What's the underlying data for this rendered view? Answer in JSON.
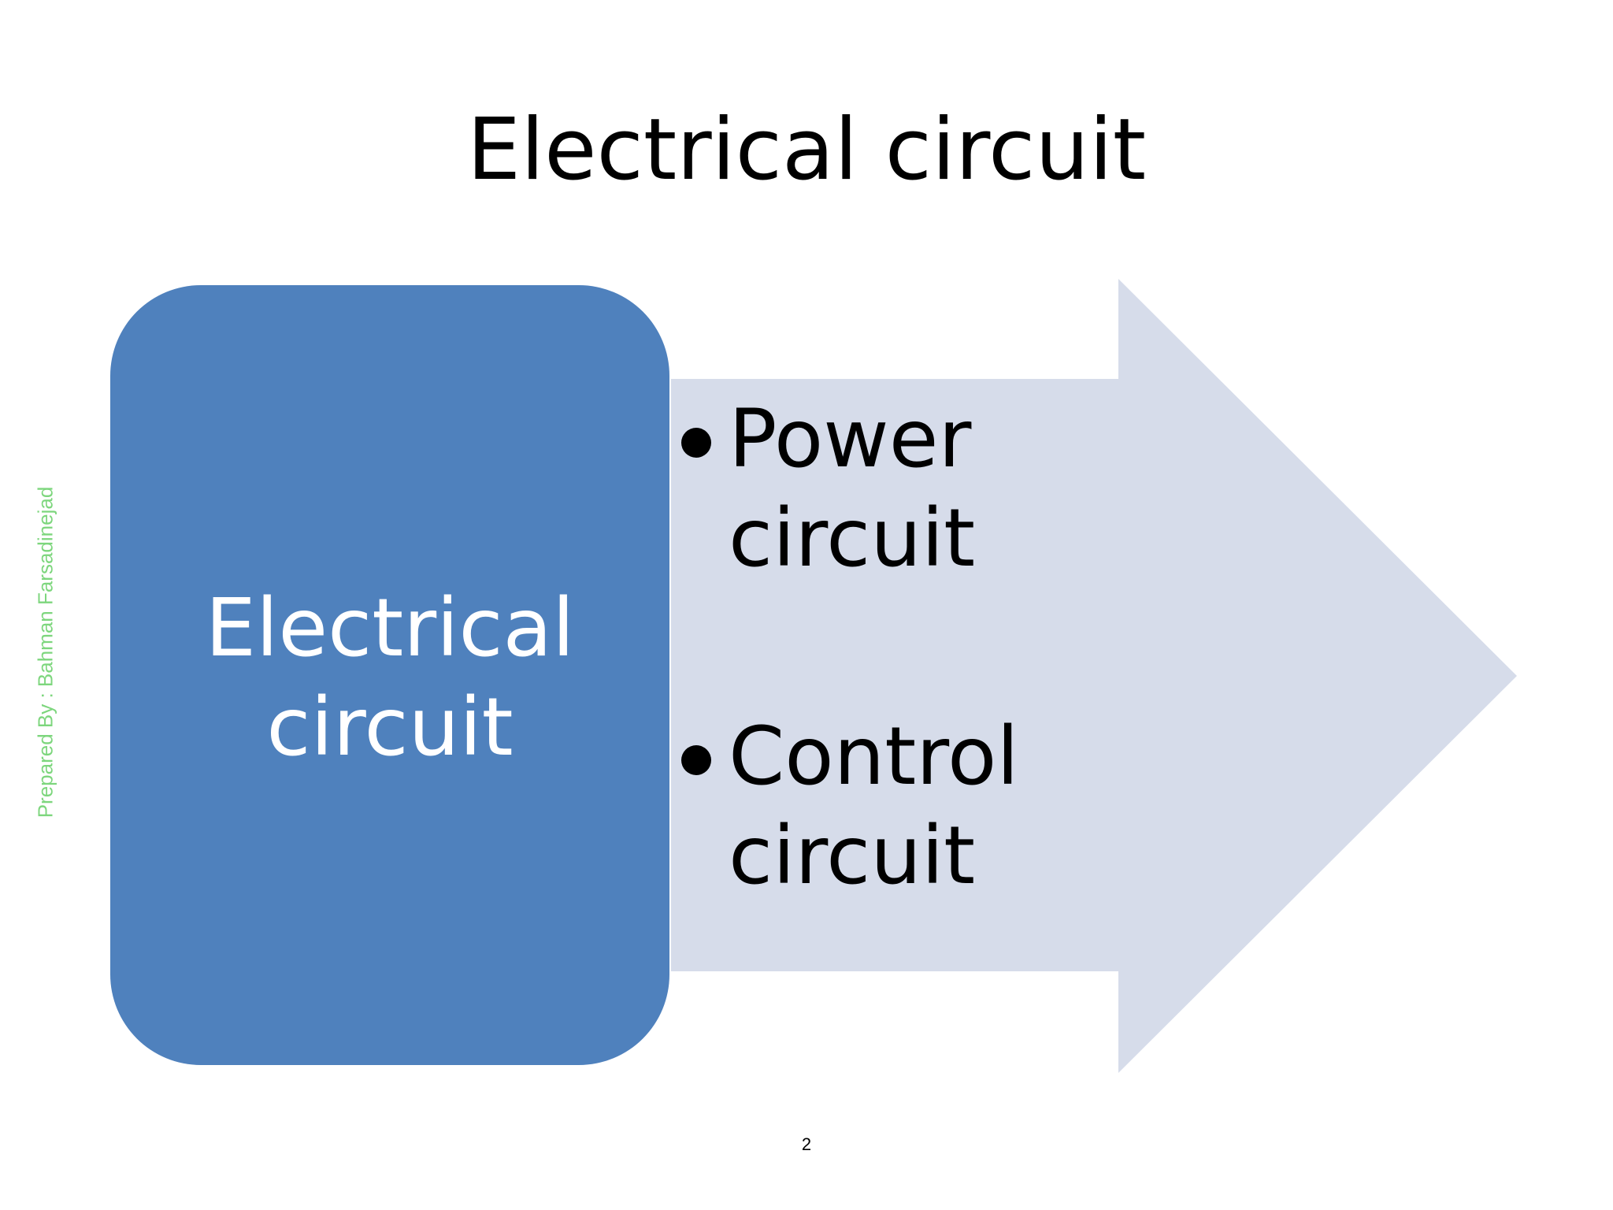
{
  "slide": {
    "title": "Electrical circuit",
    "page_number": "2",
    "watermark": "Prepared By : Bahman Farsadinejad"
  },
  "diagram": {
    "box": {
      "label": "Electrical circuit",
      "color": "#4f81bd",
      "text_color": "#ffffff"
    },
    "arrow": {
      "color": "#d6dcea",
      "items": [
        {
          "label": "Power circuit"
        },
        {
          "label": "Control circuit"
        }
      ]
    }
  }
}
